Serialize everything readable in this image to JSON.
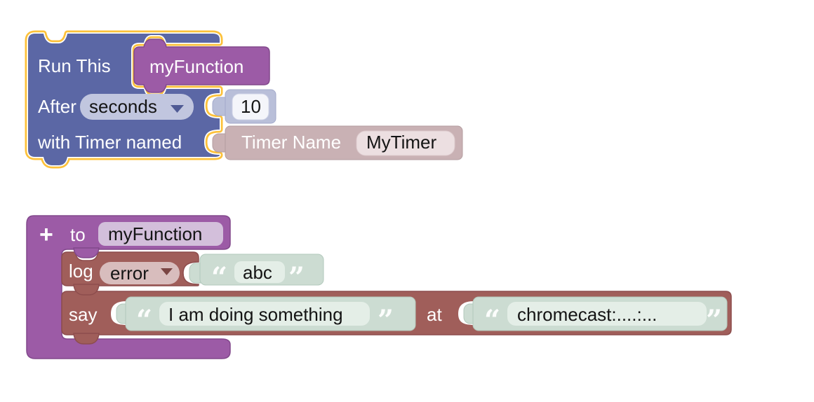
{
  "workspace": {
    "description": "Blockly visual-programming workspace with a timer rule block and a function definition block"
  },
  "colors": {
    "timer_base": "#5b67a5",
    "timer_field": "#c1c6df",
    "shadow_number": "#b9bfd9",
    "number_field": "#f4f5fa",
    "selection_yellow": "#fdc13a",
    "purple": "#9c5ba6",
    "purple_field": "#d3bfdb",
    "pink_shadow": "#c9b1b4",
    "pink_field": "#ecdfe1",
    "maroon": "#a05e5a",
    "maroon_field": "#d8bdbd",
    "green_shadow": "#ccdcd2",
    "green_field": "#e4eee7",
    "white": "#ffffff"
  },
  "timer_block": {
    "selected": true,
    "row1_label": "Run This",
    "function_name": "myFunction",
    "row2_label": "After",
    "unit_dropdown_value": "seconds",
    "delay_value": "10",
    "row3_label": "with Timer named",
    "timer_name_label": "Timer Name",
    "timer_name_value": "MyTimer"
  },
  "function_block": {
    "collapse_toggle": "+",
    "to_label": "to",
    "name": "myFunction",
    "log_row": {
      "label": "log",
      "level_dropdown_value": "error",
      "message": "abc"
    },
    "say_row": {
      "label": "say",
      "message": "I am doing something",
      "at_label": "at",
      "device": "chromecast:....:..."
    },
    "open_quote": "“",
    "close_quote": "”"
  }
}
